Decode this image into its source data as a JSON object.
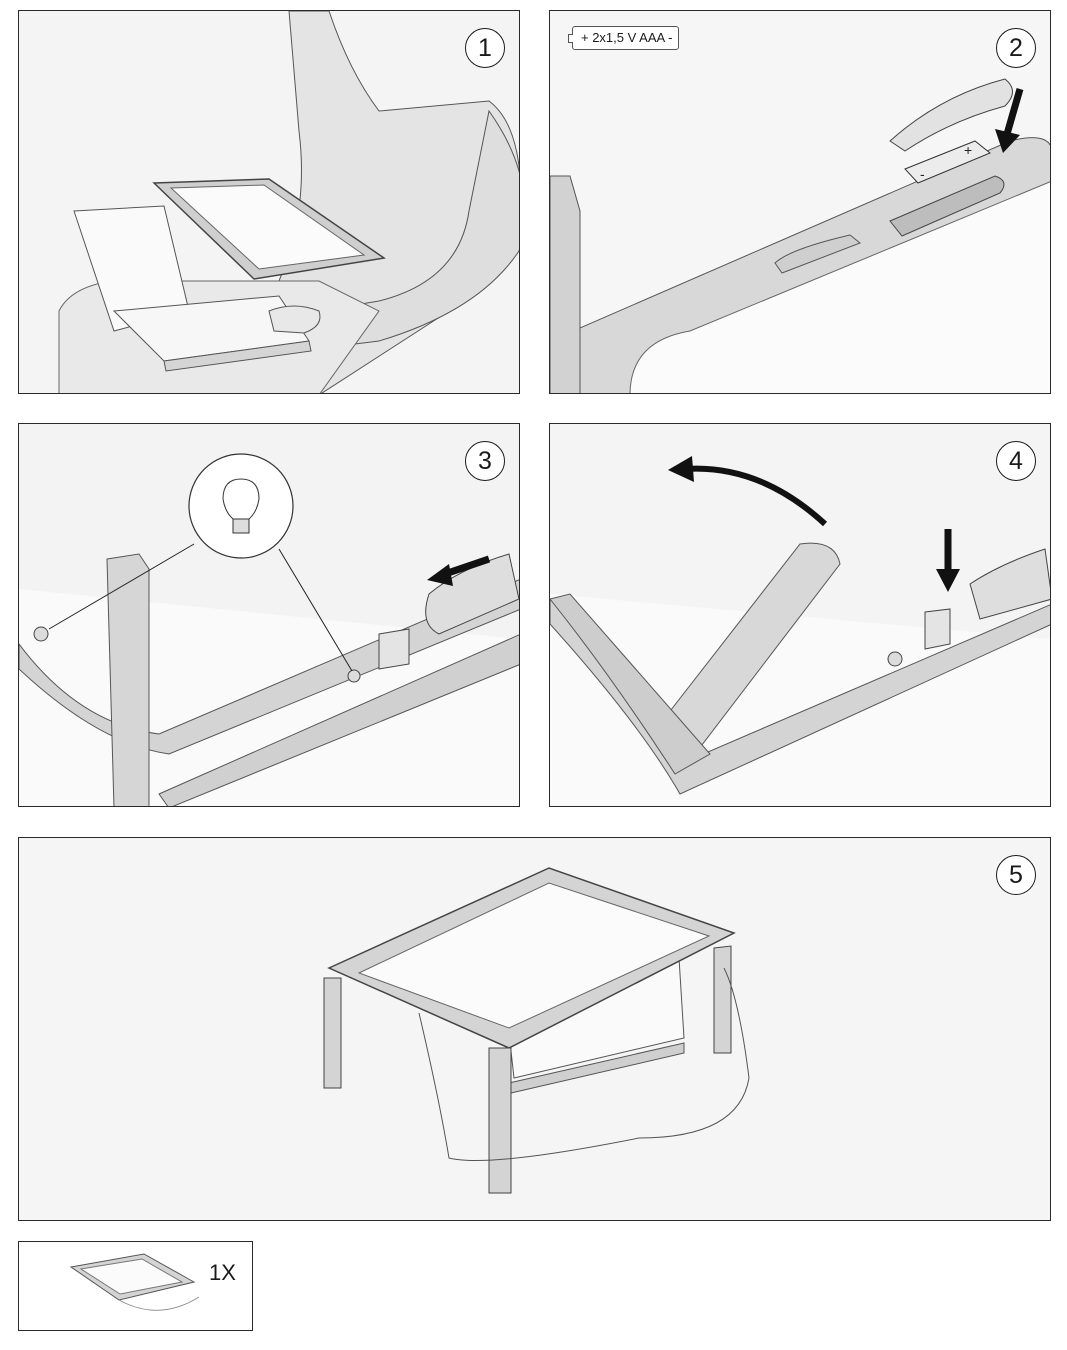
{
  "steps": [
    {
      "number": "1"
    },
    {
      "number": "2",
      "battery_label": "+  2x1,5 V AAA -"
    },
    {
      "number": "3"
    },
    {
      "number": "4"
    },
    {
      "number": "5"
    }
  ],
  "package_contents": {
    "quantity": "1X"
  }
}
